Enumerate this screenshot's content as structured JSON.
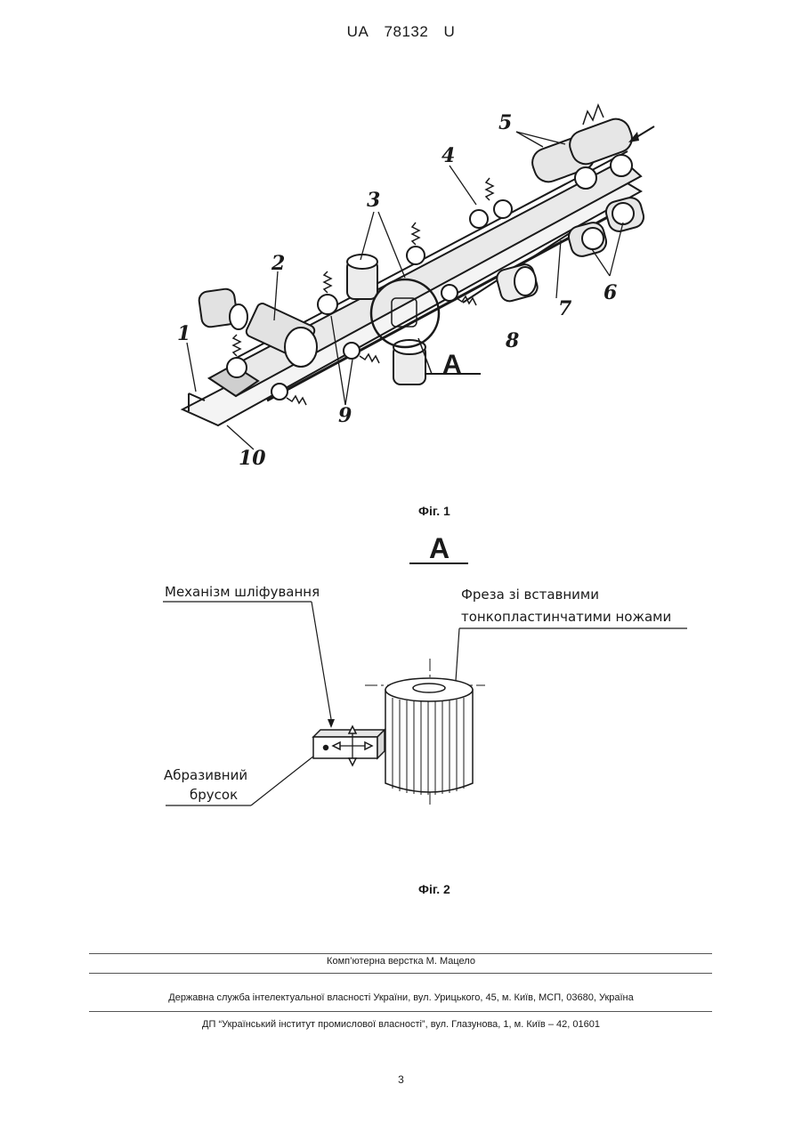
{
  "header": {
    "doc_code": "UA",
    "doc_number": "78132",
    "doc_kind": "U"
  },
  "figure1": {
    "caption": "Фіг. 1",
    "labels": {
      "l1": "1",
      "l2": "2",
      "l3": "3",
      "l4": "4",
      "l5": "5",
      "l6": "6",
      "l7": "7",
      "l8": "8",
      "l9": "9",
      "l10": "10"
    },
    "detail_marker": "A"
  },
  "figure2": {
    "caption": "Фіг. 2",
    "heading": "A",
    "callout_grinding": "Механізм шліфування",
    "callout_cutter_line1": "Фреза зі вставними",
    "callout_cutter_line2": "тонкопластинчатими  ножами",
    "callout_abrasive_line1": "Абразивний",
    "callout_abrasive_line2": "брусок"
  },
  "footer": {
    "layout_credit": "Комп’ютерна верстка М. Мацело",
    "agency": "Державна служба інтелектуальної власності України, вул. Урицького, 45, м. Київ, МСП, 03680, Україна",
    "institute": "ДП “Український інститут промислової власності”, вул. Глазунова, 1, м. Київ – 42, 01601",
    "page_number": "3"
  }
}
